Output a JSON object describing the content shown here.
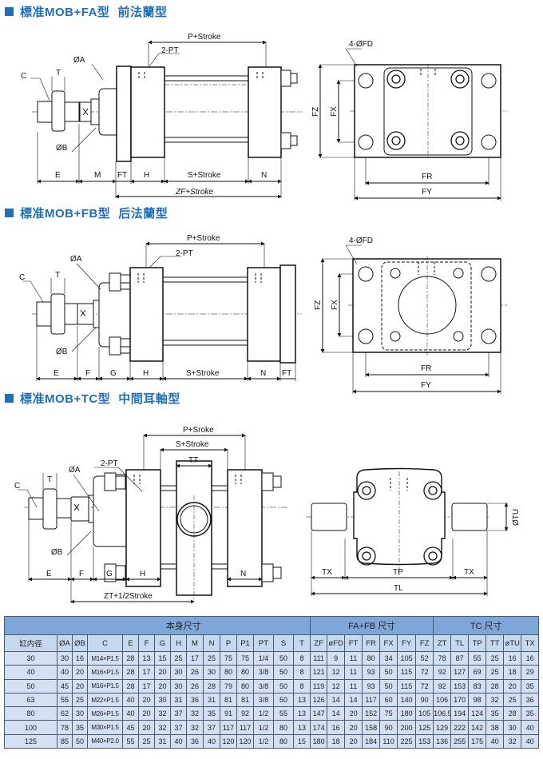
{
  "sections": [
    {
      "title": "標准MOB+FA型",
      "subtitle": "前法蘭型"
    },
    {
      "title": "標准MOB+FB型",
      "subtitle": "后法蘭型"
    },
    {
      "title": "標准MOB+TC型",
      "subtitle": "中間耳軸型"
    }
  ],
  "colors": {
    "accent": "#1f6fb8",
    "table_group_header": "#7ea6d8",
    "table_header": "#c6d8f0",
    "table_cell": "#d3e0f3"
  },
  "drawings": {
    "fa": {
      "side": {
        "p_stroke": "P+Stroke",
        "pt": "2-PT",
        "a": "ØA",
        "c": "C",
        "t": "T",
        "b": "ØB",
        "e": "E",
        "m": "M",
        "ft": "FT",
        "h": "H",
        "s_stroke": "S+Stroke",
        "n": "N",
        "zf_stroke": "ZF+Stroke"
      },
      "front": {
        "fd": "4-ØFD",
        "fz": "FZ",
        "fx": "FX",
        "fr": "FR",
        "fy": "FY"
      }
    },
    "fb": {
      "side": {
        "p_stroke": "P+Stroke",
        "pt": "2-PT",
        "a": "ØA",
        "c": "C",
        "t": "T",
        "b": "ØB",
        "e": "E",
        "f": "F",
        "g": "G",
        "h": "H",
        "s_stroke": "S+Stroke",
        "n": "N",
        "ft": "FT"
      },
      "front": {
        "fd": "4-ØFD",
        "fz": "FZ",
        "fx": "FX",
        "fr": "FR",
        "fy": "FY"
      }
    },
    "tc": {
      "side": {
        "p_stroke": "P+Sroke",
        "s_stroke": "S+Stroke",
        "tt": "TT",
        "pt": "2-PT",
        "a": "ØA",
        "c": "C",
        "t": "T",
        "b": "ØB",
        "e": "E",
        "f": "F",
        "g": "G",
        "h": "H",
        "n": "N",
        "zt_stroke": "ZT+1/2Stroke"
      },
      "front": {
        "tu": "ØTU",
        "tx_left": "TX",
        "tp": "TP",
        "tx_right": "TX",
        "tl": "TL"
      }
    }
  },
  "table": {
    "groups": [
      {
        "label": "",
        "span": 1
      },
      {
        "label": "本身尺寸",
        "span": 14
      },
      {
        "label": "FA+FB 尺寸",
        "span": 7
      },
      {
        "label": "TC 尺寸",
        "span": 6
      }
    ],
    "columns": [
      "缸内徑",
      "ØA",
      "ØB",
      "C",
      "E",
      "F",
      "G",
      "H",
      "M",
      "N",
      "P",
      "P1",
      "PT",
      "S",
      "T",
      "ZF",
      "øFD",
      "FT",
      "FR",
      "FX",
      "FY",
      "FZ",
      "ZT",
      "TL",
      "TP",
      "TT",
      "øTU",
      "TX"
    ],
    "rows": [
      [
        "30",
        "30",
        "16",
        "M14×P1.5",
        "28",
        "13",
        "15",
        "25",
        "17",
        "25",
        "75",
        "75",
        "1/4",
        "50",
        "8",
        "111",
        "9",
        "11",
        "80",
        "34",
        "105",
        "52",
        "78",
        "87",
        "55",
        "25",
        "16",
        "16"
      ],
      [
        "40",
        "40",
        "20",
        "M16×P1.5",
        "28",
        "17",
        "20",
        "30",
        "26",
        "30",
        "80",
        "80",
        "3/8",
        "50",
        "8",
        "121",
        "12",
        "11",
        "93",
        "50",
        "115",
        "72",
        "92",
        "127",
        "69",
        "25",
        "18",
        "29"
      ],
      [
        "50",
        "45",
        "20",
        "M16×P1.5",
        "28",
        "17",
        "20",
        "30",
        "26",
        "28",
        "79",
        "80",
        "3/8",
        "50",
        "8",
        "119",
        "12",
        "11",
        "93",
        "50",
        "115",
        "72",
        "92",
        "153",
        "83",
        "28",
        "20",
        "35"
      ],
      [
        "63",
        "55",
        "25",
        "M22×P1.5",
        "40",
        "20",
        "30",
        "31",
        "36",
        "31",
        "81",
        "81",
        "3/8",
        "50",
        "13",
        "126",
        "14",
        "14",
        "117",
        "60",
        "140",
        "90",
        "106",
        "170",
        "98",
        "32",
        "25",
        "36"
      ],
      [
        "80",
        "62",
        "30",
        "M26×P1.5",
        "40",
        "20",
        "32",
        "37",
        "32",
        "35",
        "91",
        "92",
        "1/2",
        "55",
        "13",
        "147",
        "14",
        "20",
        "152",
        "75",
        "180",
        "105",
        "106.5",
        "194",
        "124",
        "35",
        "28",
        "35"
      ],
      [
        "100",
        "78",
        "35",
        "M30×P1.5",
        "45",
        "20",
        "32",
        "37",
        "32",
        "37",
        "117",
        "117",
        "1/2",
        "80",
        "13",
        "174",
        "16",
        "20",
        "158",
        "90",
        "200",
        "125",
        "129",
        "222",
        "142",
        "38",
        "30",
        "40"
      ],
      [
        "125",
        "85",
        "50",
        "M40×P2.0",
        "55",
        "25",
        "31",
        "40",
        "36",
        "40",
        "120",
        "120",
        "1/2",
        "80",
        "15",
        "180",
        "18",
        "20",
        "184",
        "110",
        "225",
        "153",
        "136",
        "255",
        "175",
        "40",
        "32",
        "40"
      ]
    ]
  }
}
